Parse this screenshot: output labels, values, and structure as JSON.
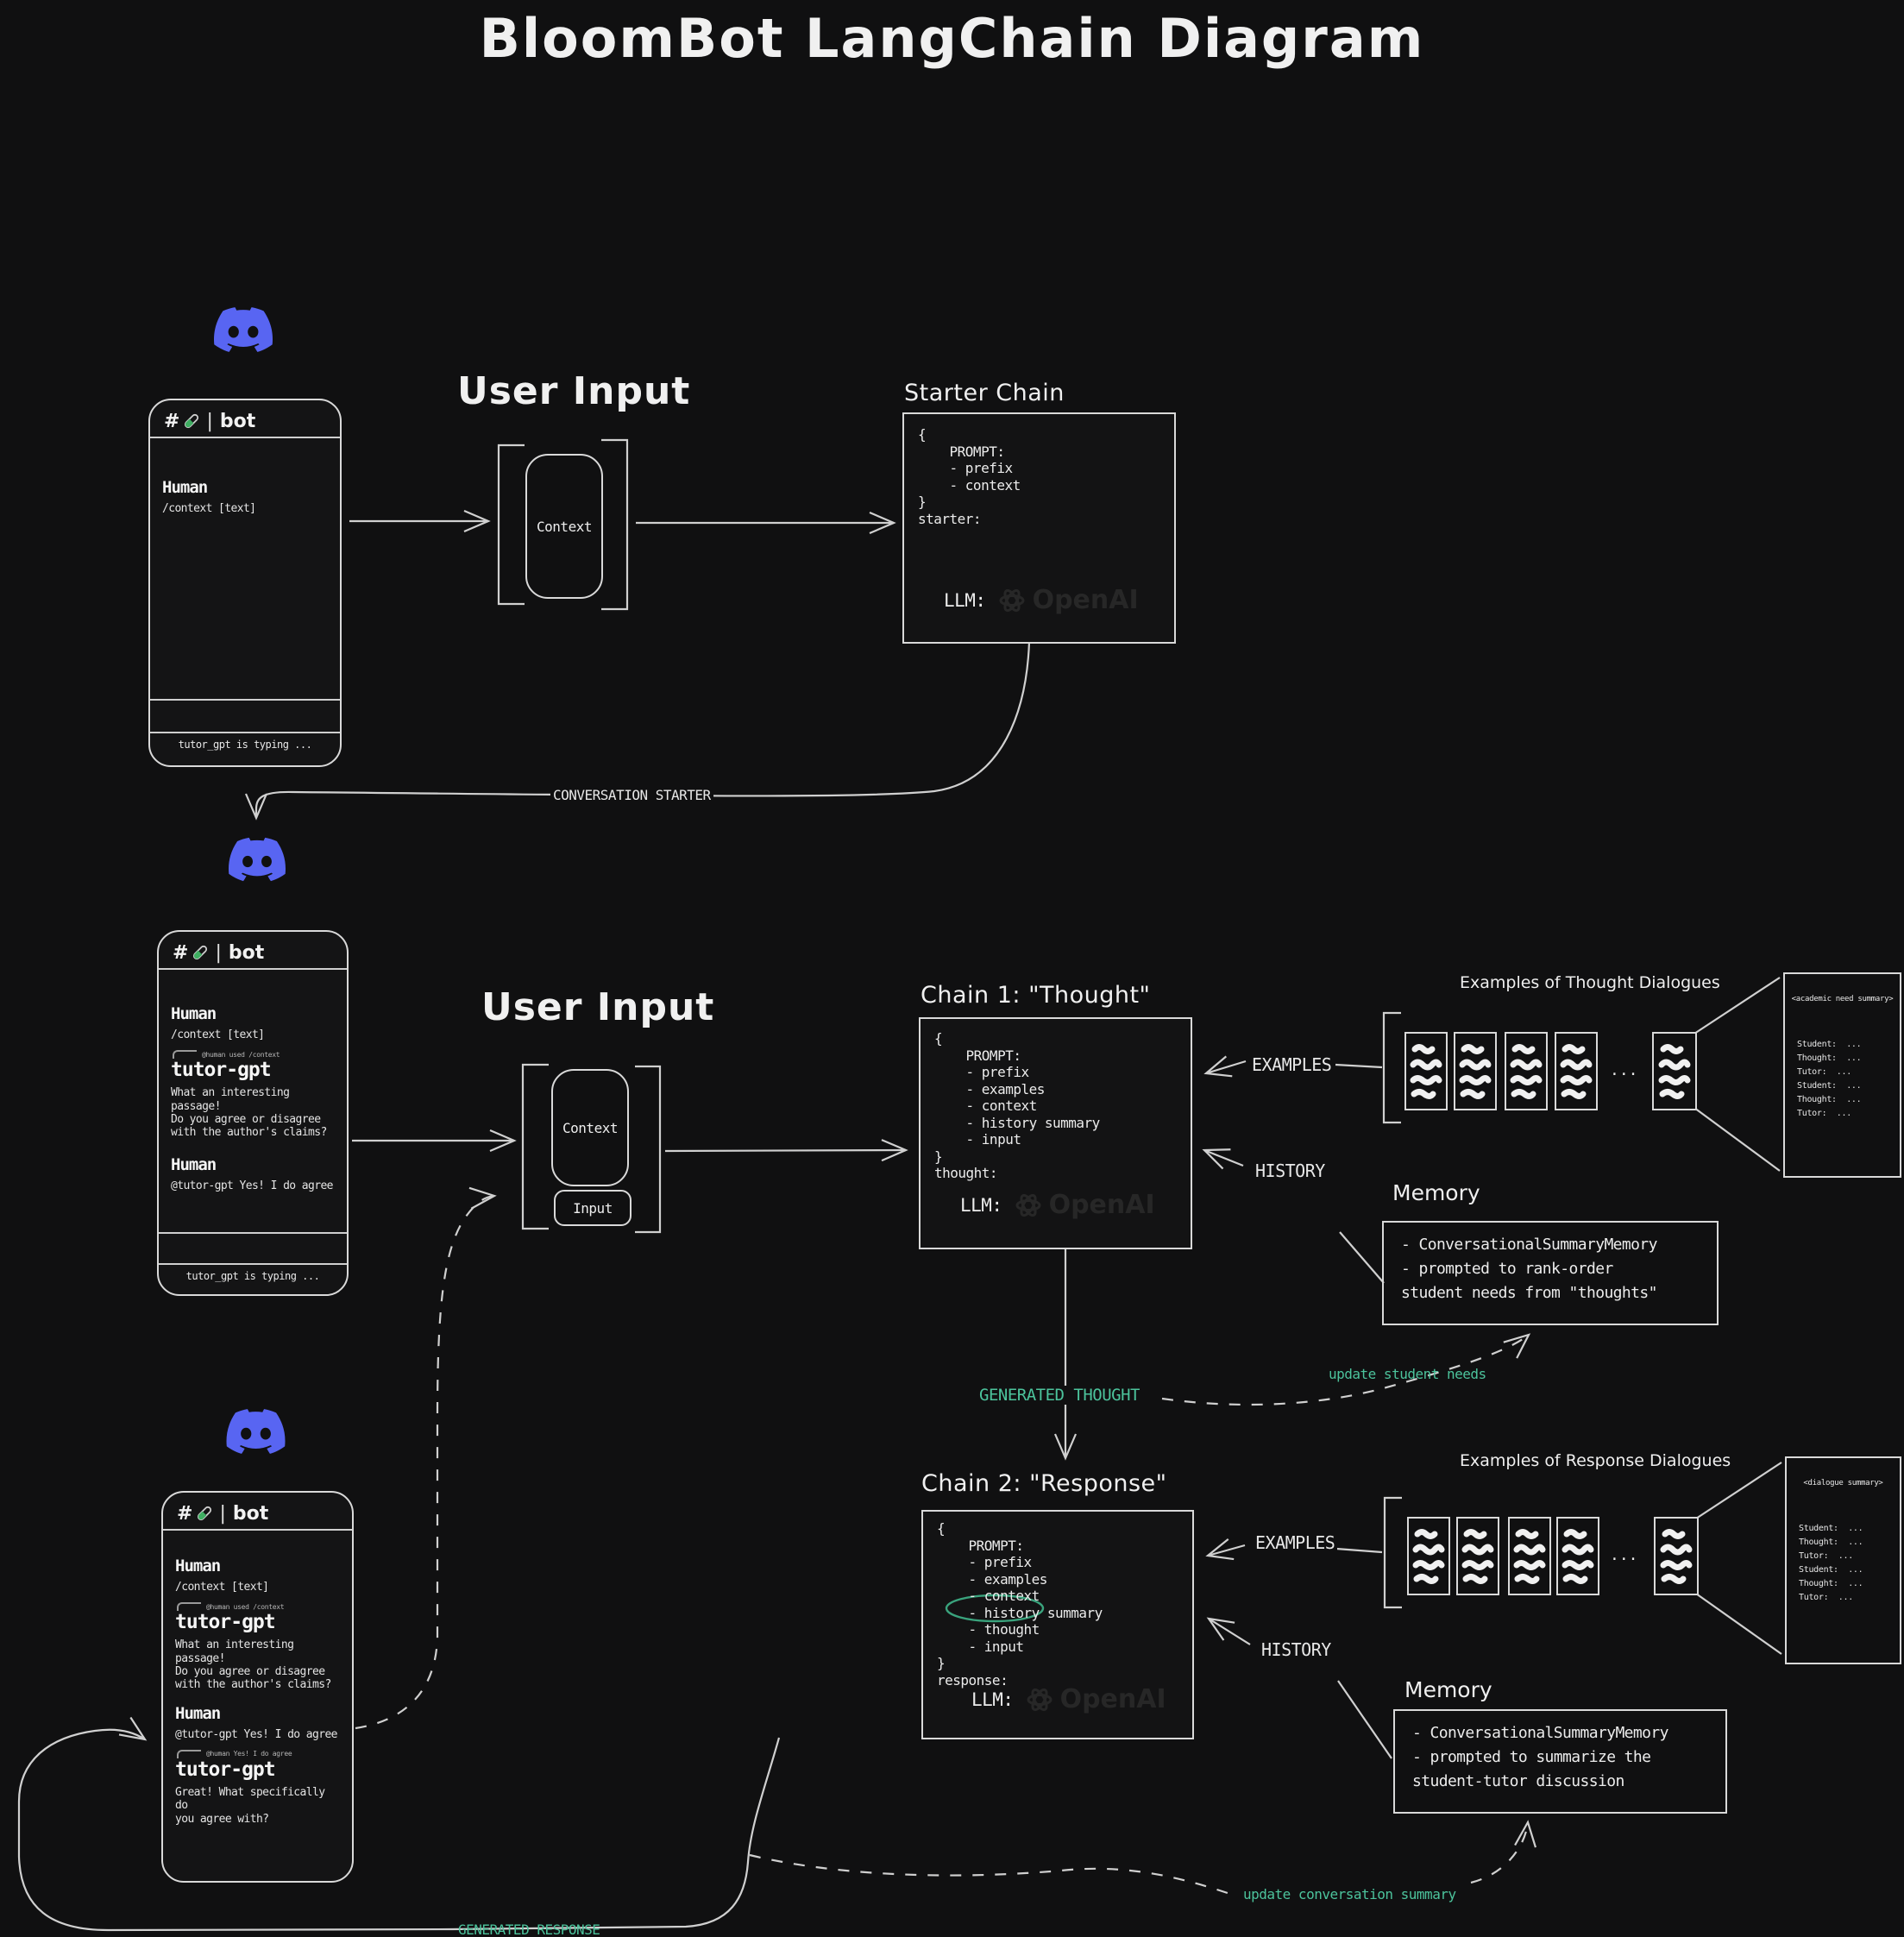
{
  "title": "BloomBot LangChain Diagram",
  "colors": {
    "accent_green": "#4cc39c",
    "discord_blurple": "#5865F2",
    "background": "#101011"
  },
  "phones": [
    {
      "channel": {
        "hash": "#",
        "separator": "|",
        "name": "bot"
      },
      "messages": [
        {
          "author": "Human",
          "text": "/context [text]"
        }
      ],
      "typing": "tutor_gpt is typing ..."
    },
    {
      "channel": {
        "hash": "#",
        "separator": "|",
        "name": "bot"
      },
      "messages": [
        {
          "author": "Human",
          "text": "/context [text]"
        },
        {
          "reply_ref": "@human used /context",
          "author": "tutor-gpt",
          "text": "What an interesting passage!\nDo you agree or disagree\nwith the author's claims?"
        },
        {
          "author": "Human",
          "text": "@tutor-gpt Yes! I do agree"
        }
      ],
      "typing": "tutor_gpt is typing ..."
    },
    {
      "channel": {
        "hash": "#",
        "separator": "|",
        "name": "bot"
      },
      "messages": [
        {
          "author": "Human",
          "text": "/context [text]"
        },
        {
          "reply_ref": "@human used /context",
          "author": "tutor-gpt",
          "text": "What an interesting passage!\nDo you agree or disagree\nwith the author's claims?"
        },
        {
          "author": "Human",
          "text": "@tutor-gpt Yes! I do agree"
        },
        {
          "reply_ref": "@human Yes! I do agree",
          "author": "tutor-gpt",
          "text": "Great! What specifically do\nyou agree with?"
        }
      ]
    }
  ],
  "user_input_groups": [
    {
      "title": "User Input",
      "context": "Context"
    },
    {
      "title": "User Input",
      "context": "Context",
      "input": "Input"
    }
  ],
  "chains": [
    {
      "title": "Starter Chain",
      "lines": [
        "{",
        "    PROMPT:",
        "    - prefix",
        "    - context",
        "}",
        "starter:"
      ],
      "llm_label": "LLM:",
      "llm_value": "OpenAI"
    },
    {
      "title": "Chain 1: \"Thought\"",
      "lines": [
        "{",
        "    PROMPT:",
        "    - prefix",
        "    - examples",
        "    - context",
        "    - history summary",
        "    - input",
        "}",
        "thought:"
      ],
      "llm_label": "LLM:",
      "llm_value": "OpenAI"
    },
    {
      "title": "Chain 2: \"Response\"",
      "lines": [
        "{",
        "    PROMPT:",
        "    - prefix",
        "    - examples",
        "    - context",
        "    - history summary",
        "    - thought",
        "    - input",
        "}",
        "response:"
      ],
      "llm_label": "LLM:",
      "llm_value": "OpenAI",
      "circled_item": "- thought"
    }
  ],
  "examples_groups": [
    {
      "title": "Examples of Thought Dialogues",
      "ellipsis": "...",
      "summary": {
        "title": "<academic need summary>",
        "lines": [
          "Student:  ...",
          "Thought:  ...",
          "Tutor:  ...",
          "Student:  ...",
          "Thought:  ...",
          "Tutor:  ..."
        ]
      }
    },
    {
      "title": "Examples of Response Dialogues",
      "ellipsis": "...",
      "summary": {
        "title": "<dialogue summary>",
        "lines": [
          "Student:  ...",
          "Thought:  ...",
          "Tutor:  ...",
          "Student:  ...",
          "Thought:  ...",
          "Tutor:  ..."
        ]
      }
    }
  ],
  "memory_blocks": [
    {
      "title": "Memory",
      "lines": [
        "- ConversationalSummaryMemory",
        "- prompted to rank-order",
        "student needs from \"thoughts\""
      ]
    },
    {
      "title": "Memory",
      "lines": [
        "- ConversationalSummaryMemory",
        "- prompted to summarize the",
        "student-tutor discussion"
      ]
    }
  ],
  "edge_labels": {
    "conversation_starter": "CONVERSATION STARTER",
    "examples_1": "EXAMPLES",
    "history_1": "HISTORY",
    "examples_2": "EXAMPLES",
    "history_2": "HISTORY",
    "generated_thought": "GENERATED THOUGHT",
    "generated_response": "GENERATED RESPONSE",
    "update_student_needs": "update student needs",
    "update_conversation_summary": "update conversation summary"
  }
}
